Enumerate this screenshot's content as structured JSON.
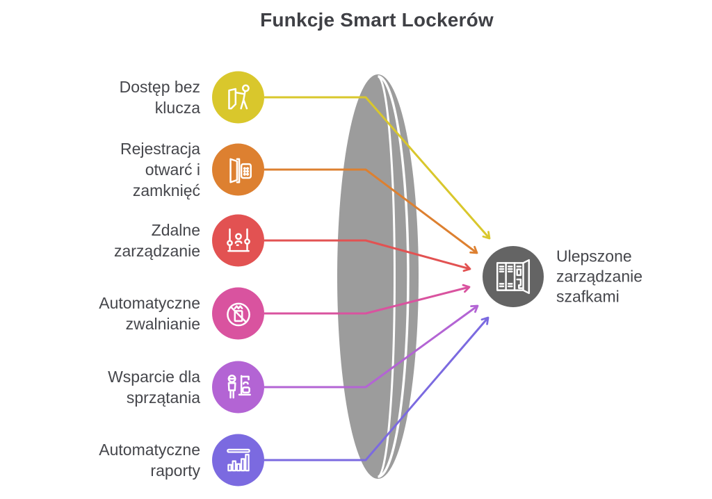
{
  "title": "Funkcje Smart Lockerów",
  "colors": {
    "background": "#ffffff",
    "lens": "#9c9c9c",
    "lens_stripe": "#ffffff",
    "label_text": "#45464b",
    "title_text": "#3f4045"
  },
  "items": [
    {
      "label": "Dostęp bez klucza",
      "lines": [
        "Dostęp bez",
        "klucza"
      ],
      "color": "#d9c72c",
      "icon": "keyless-access"
    },
    {
      "label": "Rejestracja otwarć i zamknięć",
      "lines": [
        "Rejestracja",
        "otwarć i",
        "zamknięć"
      ],
      "color": "#dd8030",
      "icon": "open-close-log"
    },
    {
      "label": "Zdalne zarządzanie",
      "lines": [
        "Zdalne",
        "zarządzanie"
      ],
      "color": "#e25252",
      "icon": "remote-management"
    },
    {
      "label": "Automatyczne zwalnianie",
      "lines": [
        "Automatyczne",
        "zwalnianie"
      ],
      "color": "#d9539f",
      "icon": "auto-release"
    },
    {
      "label": "Wsparcie dla sprzątania",
      "lines": [
        "Wsparcie dla",
        "sprzątania"
      ],
      "color": "#b364d4",
      "icon": "cleaning-support"
    },
    {
      "label": "Automatyczne raporty",
      "lines": [
        "Automatyczne",
        "raporty"
      ],
      "color": "#7b6ae0",
      "icon": "auto-reports"
    }
  ],
  "result": {
    "label": "Ulepszone zarządzanie szafkami",
    "lines": [
      "Ulepszone",
      "zarządzanie",
      "szafkami"
    ],
    "color": "#646464",
    "icon": "locker-cabinet"
  }
}
